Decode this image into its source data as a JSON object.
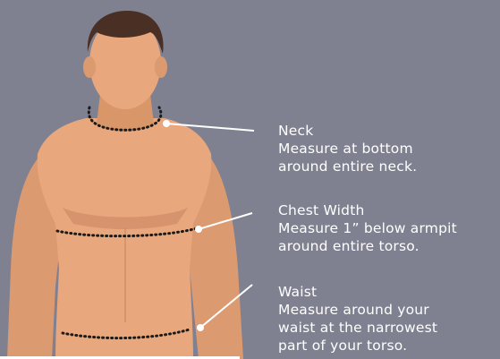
{
  "measurements": [
    {
      "title": "Neck",
      "lines": [
        "Measure at bottom",
        "around entire neck."
      ]
    },
    {
      "title": "Chest Width",
      "lines": [
        "Measure 1” below armpit",
        "around entire torso."
      ]
    },
    {
      "title": "Waist",
      "lines": [
        "Measure around your",
        "waist at the narrowest",
        "part of your torso."
      ]
    }
  ],
  "colors": {
    "background": "#7f8191",
    "skin": "#e9a77d",
    "skin_shadow": "#c78460",
    "hair": "#4a3024",
    "measure_line": "#1a1a1a",
    "callout_text": "#ffffff"
  }
}
